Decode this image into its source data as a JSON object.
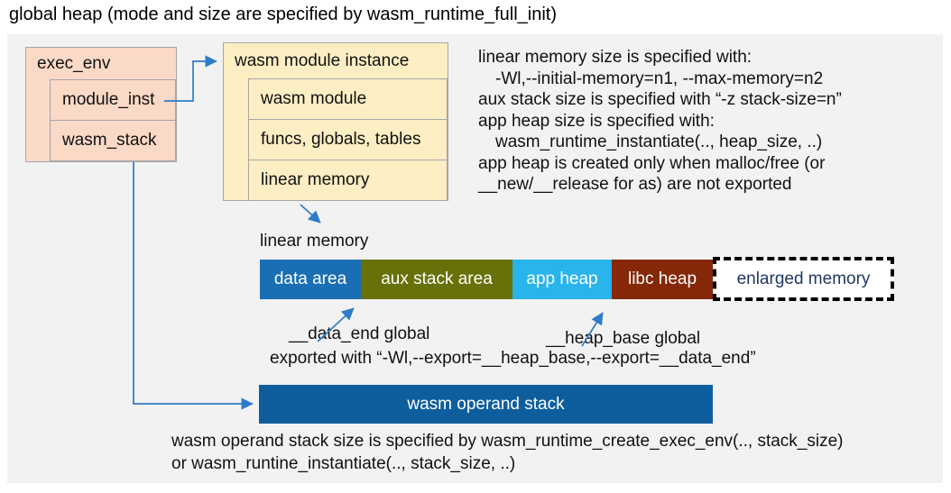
{
  "title": "global heap (mode and size are specified by wasm_runtime_full_init)",
  "exec_env": {
    "header": "exec_env",
    "rows": [
      "module_inst",
      "wasm_stack"
    ]
  },
  "module_instance": {
    "header": "wasm module instance",
    "rows": [
      "wasm module",
      "funcs, globals, tables",
      "linear memory"
    ]
  },
  "notes_right": {
    "lines": [
      "linear memory size is specified with:",
      "-Wl,--initial-memory=n1, --max-memory=n2",
      "aux stack size is specified with “-z stack-size=n”",
      "app heap size is specified with:",
      "wasm_runtime_instantiate(.., heap_size, ..)",
      "app heap is created only when malloc/free (or",
      "__new/__release for as) are not exported"
    ]
  },
  "memory_bar": {
    "label": "linear memory",
    "segments": [
      {
        "label": "data area",
        "color": "#1a6eb4"
      },
      {
        "label": "aux stack area",
        "color": "#687109"
      },
      {
        "label": "app heap",
        "color": "#29b4ec"
      },
      {
        "label": "libc heap",
        "color": "#842807"
      },
      {
        "label": "enlarged memory",
        "color": "#ffffff",
        "text_color": "#1f3864",
        "border_style": "dashed"
      }
    ]
  },
  "annotations": {
    "data_end_label": "__data_end global",
    "heap_base_label": "__heap_base global",
    "export_note": "exported with “-Wl,--export=__heap_base,--export=__data_end”"
  },
  "operand_stack": {
    "label": "wasm operand stack",
    "color": "#0e5e9e"
  },
  "notes_bottom": {
    "lines": [
      "wasm operand stack size is specified by wasm_runtime_create_exec_env(.., stack_size)",
      "or wasm_runtine_instantiate(.., stack_size, ..)"
    ]
  },
  "colors": {
    "panel_bg": "#f2f2f2",
    "exec_env_fill": "#fbd9c7",
    "module_instance_fill": "#fdeec3",
    "box_border": "#a6a6a6",
    "connector": "#2e7bc9",
    "enlarged_text": "#1f3864"
  }
}
